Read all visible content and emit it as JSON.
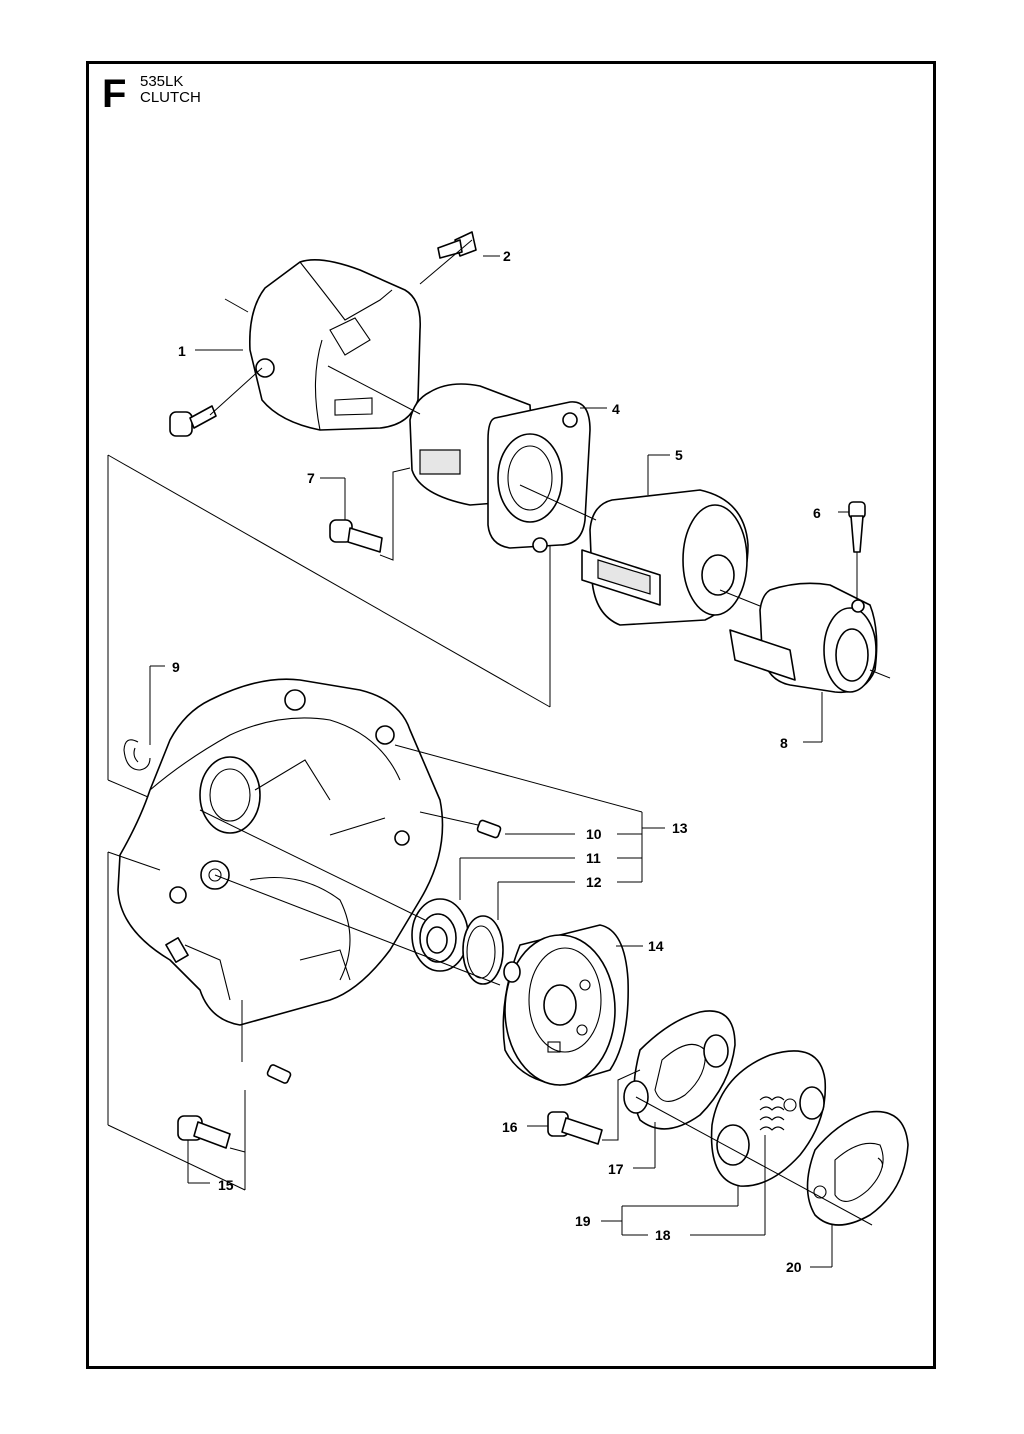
{
  "section": {
    "letter": "F",
    "model": "535LK",
    "name": "CLUTCH"
  },
  "callouts": {
    "c1": "1",
    "c2": "2",
    "c4": "4",
    "c5": "5",
    "c6": "6",
    "c7": "7",
    "c8": "8",
    "c9": "9",
    "c10": "10",
    "c11": "11",
    "c12": "12",
    "c13": "13",
    "c14": "14",
    "c15": "15",
    "c16": "16",
    "c17": "17",
    "c18": "18",
    "c19": "19",
    "c20": "20"
  }
}
